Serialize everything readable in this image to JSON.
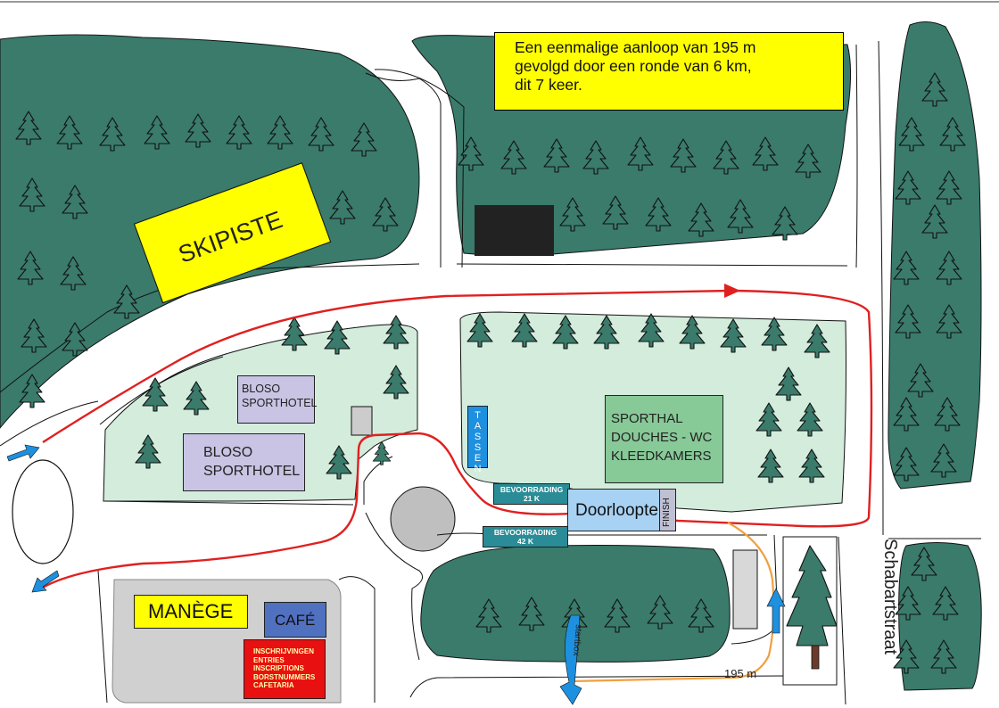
{
  "info_box": {
    "lines": [
      "Een eenmalige aanloop van 195 m",
      "gevolgd door een ronde van 6 km,",
      "dit 7 keer."
    ]
  },
  "labels": {
    "skipiste": "SKIPISTE",
    "hotel_small": [
      "BLOSO",
      "SPORTHOTEL"
    ],
    "hotel_big": [
      "BLOSO",
      "SPORTHOTEL"
    ],
    "sporthal": [
      "SPORTHAL",
      "DOUCHES - WC",
      "KLEEDKAMERS"
    ],
    "tassen": [
      "T",
      "A",
      "S",
      "S",
      "E",
      "N"
    ],
    "bevoorrading_21": [
      "BEVOORRADING",
      "21 K"
    ],
    "bevoorrading_42": [
      "BEVOORRADING",
      "42 K"
    ],
    "doorlooptent": "Doorlooptent",
    "finish": "FINISH",
    "manege": "MANÈGE",
    "cafe": "CAFÉ",
    "inschrijvingen": [
      "INSCHRIJVINGEN",
      "ENTRIES",
      "INSCRIPTIONS",
      "BORSTNUMMERS",
      "CAFETARIA"
    ],
    "start": "startbox",
    "distance": "195 m",
    "street": "Schabartstraat"
  },
  "colors": {
    "forest": "#3a7b6b",
    "park": "#d4ecdc",
    "tree": "#3a7b6b",
    "route": "#e02020",
    "start_route": "#f0a040",
    "arrow": "#1e90e0",
    "signage": "#ffff00"
  }
}
